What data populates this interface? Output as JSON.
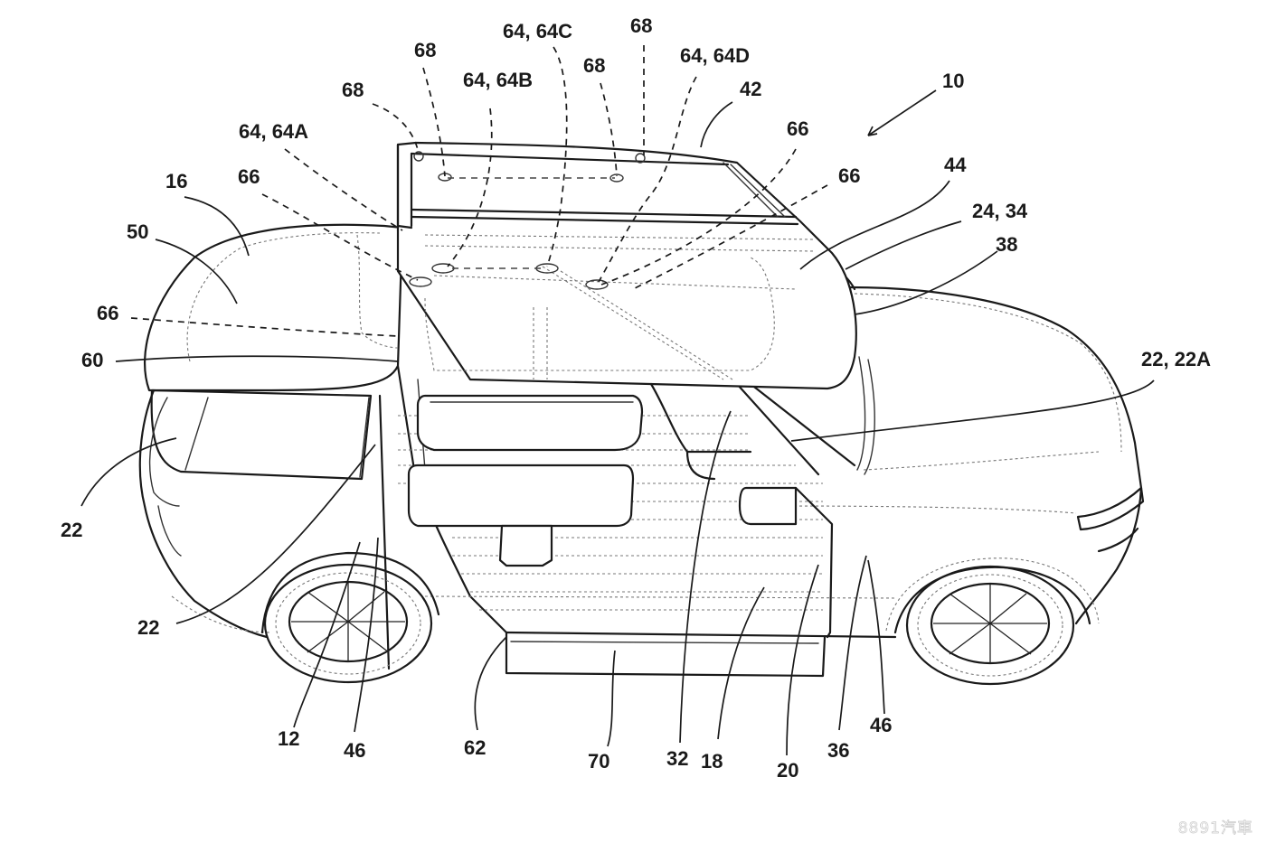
{
  "figure": {
    "title": "Vehicle with sliding side roof/door assembly — patent drawing",
    "line_color": "#1a1a1a",
    "background": "#ffffff"
  },
  "reference_numerals": [
    {
      "id": "r68a",
      "text": "68"
    },
    {
      "id": "r64c",
      "text": "64, 64C"
    },
    {
      "id": "r68b",
      "text": "68"
    },
    {
      "id": "r68c",
      "text": "68"
    },
    {
      "id": "r64b",
      "text": "64, 64B"
    },
    {
      "id": "r68d",
      "text": "68"
    },
    {
      "id": "r64d",
      "text": "64, 64D"
    },
    {
      "id": "r42",
      "text": "42"
    },
    {
      "id": "r10",
      "text": "10"
    },
    {
      "id": "r64a",
      "text": "64, 64A"
    },
    {
      "id": "r66a",
      "text": "66"
    },
    {
      "id": "r16",
      "text": "16"
    },
    {
      "id": "r66b",
      "text": "66"
    },
    {
      "id": "r66c",
      "text": "66"
    },
    {
      "id": "r44",
      "text": "44"
    },
    {
      "id": "r2434",
      "text": "24, 34"
    },
    {
      "id": "r50",
      "text": "50"
    },
    {
      "id": "r38",
      "text": "38"
    },
    {
      "id": "r66d",
      "text": "66"
    },
    {
      "id": "r60",
      "text": "60"
    },
    {
      "id": "r22a",
      "text": "22, 22A"
    },
    {
      "id": "r22l",
      "text": "22"
    },
    {
      "id": "r22m",
      "text": "22"
    },
    {
      "id": "r12",
      "text": "12"
    },
    {
      "id": "r46a",
      "text": "46"
    },
    {
      "id": "r62",
      "text": "62"
    },
    {
      "id": "r70",
      "text": "70"
    },
    {
      "id": "r32",
      "text": "32"
    },
    {
      "id": "r18",
      "text": "18"
    },
    {
      "id": "r20",
      "text": "20"
    },
    {
      "id": "r36",
      "text": "36"
    },
    {
      "id": "r46b",
      "text": "46"
    }
  ],
  "watermark": "8891汽車"
}
